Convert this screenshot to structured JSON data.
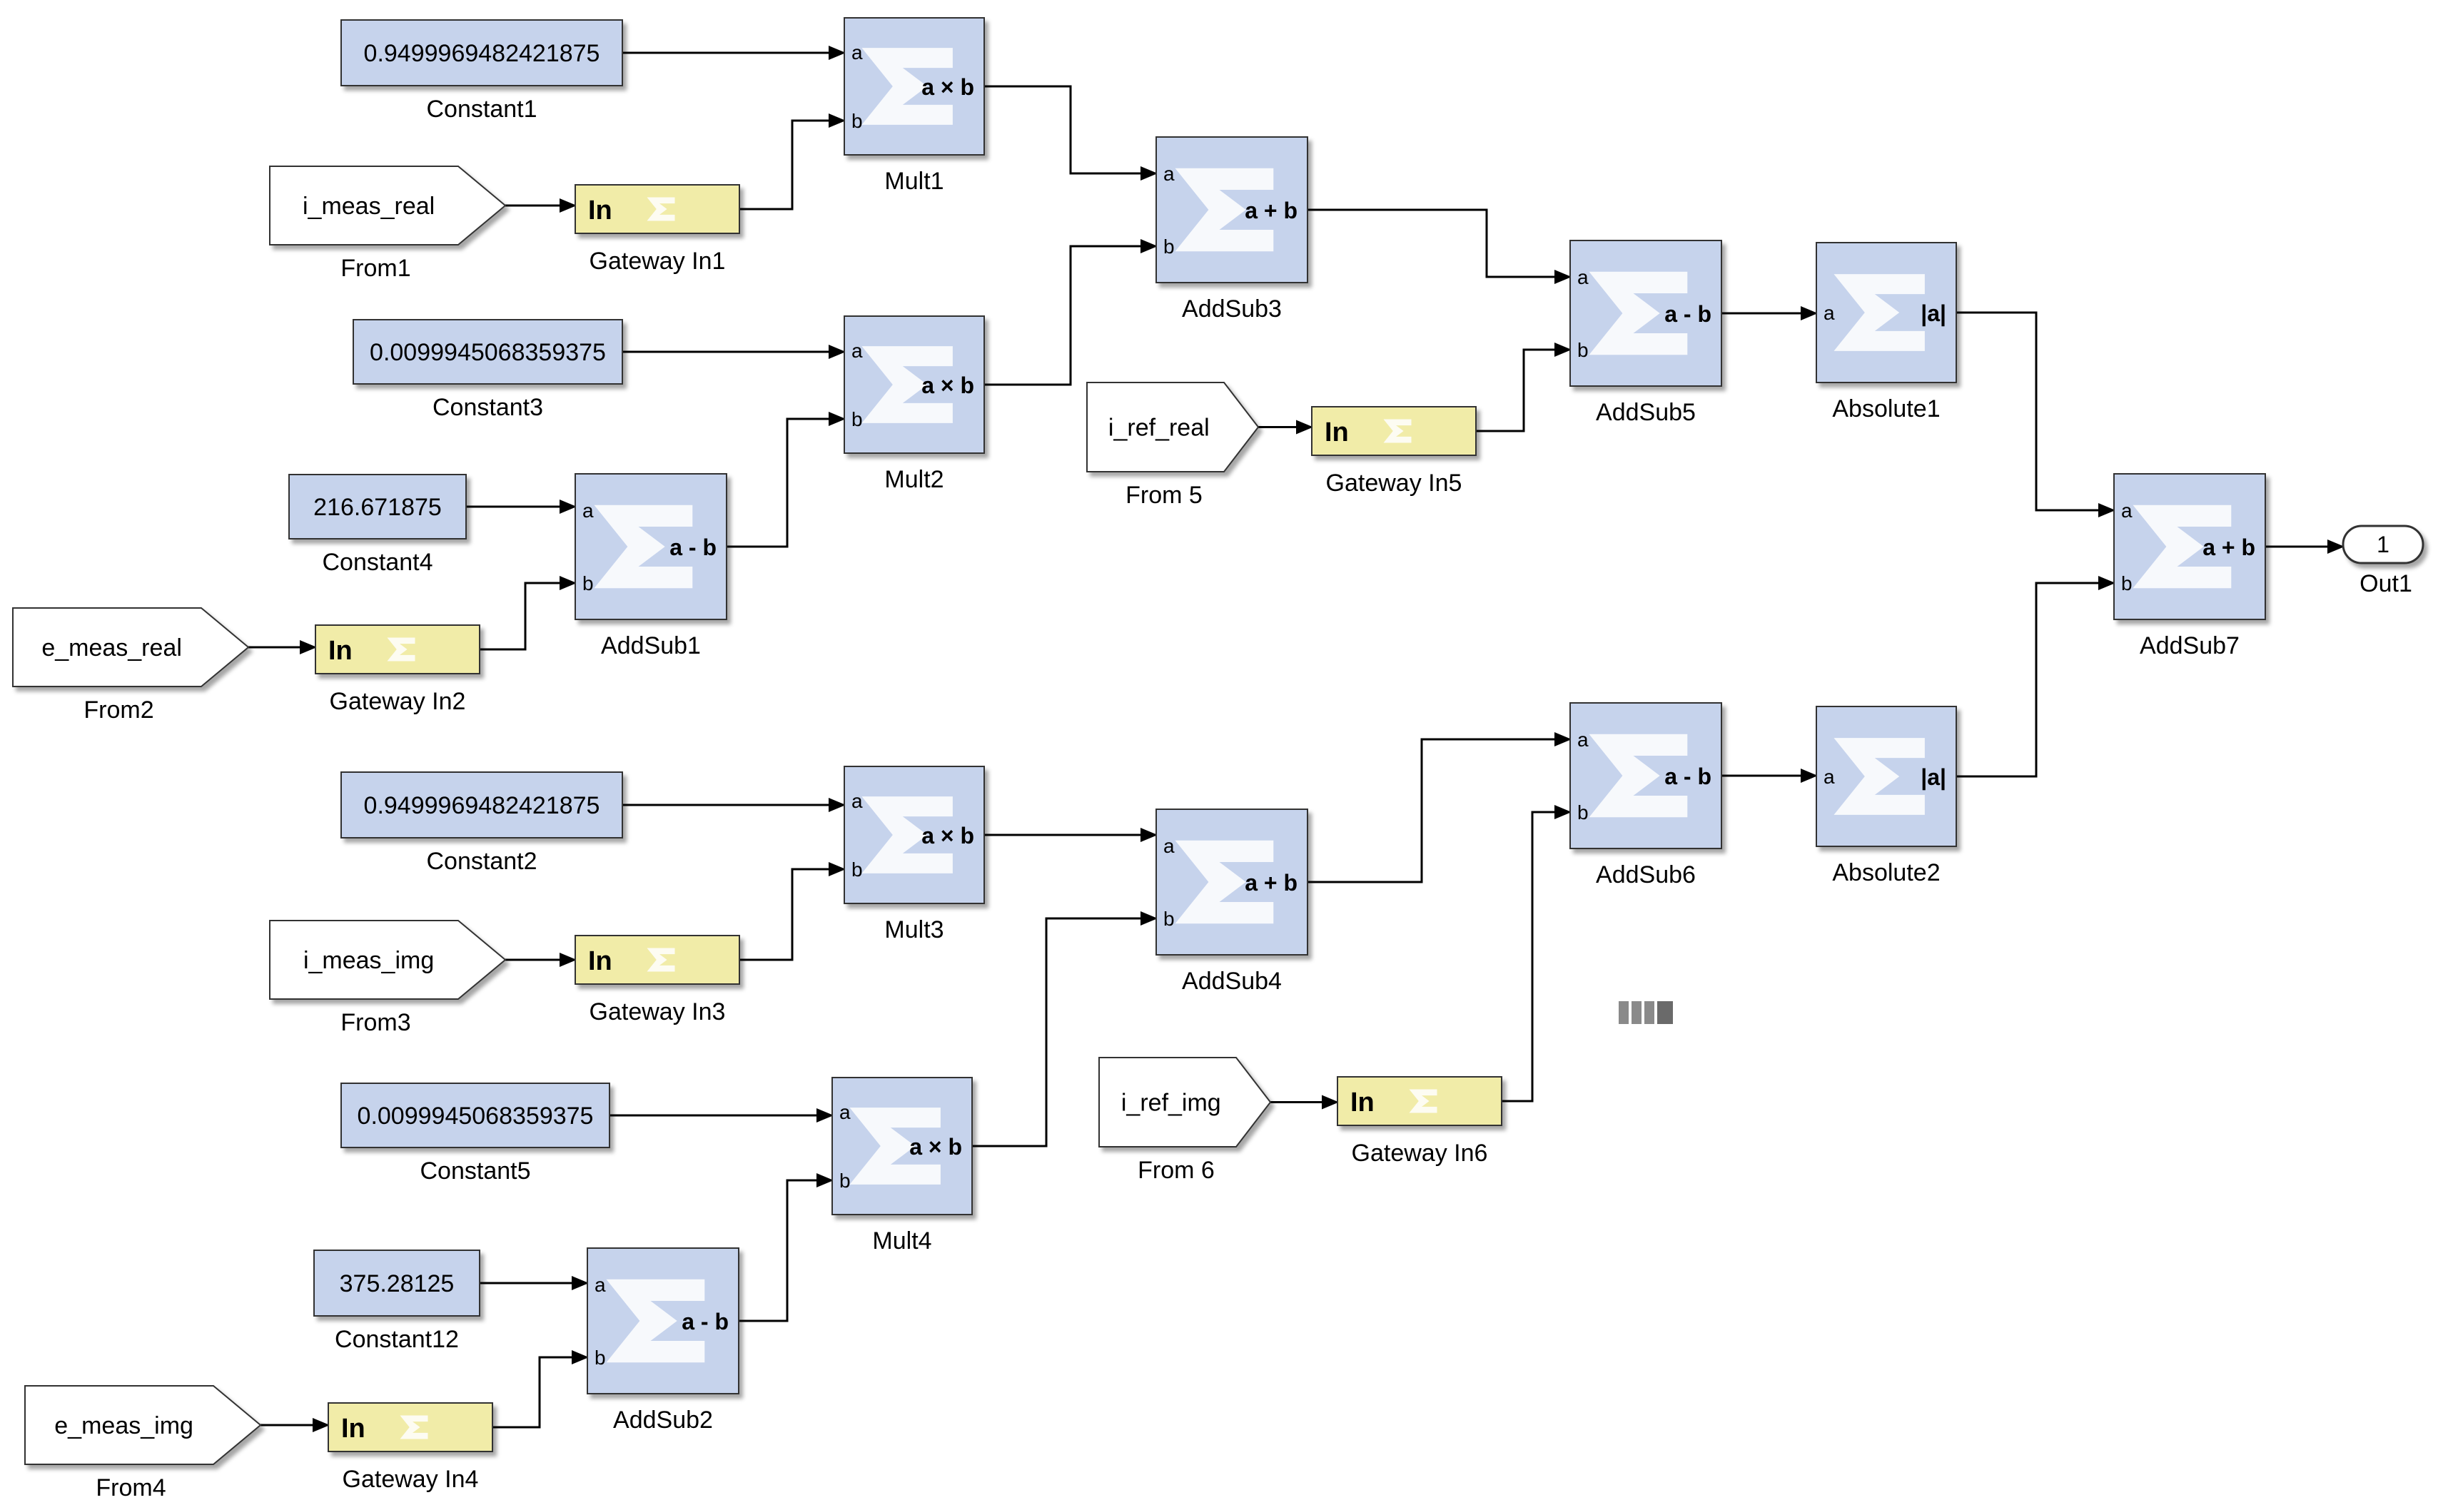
{
  "colors": {
    "block_fill": "#c6d3ec",
    "block_stroke": "#333333",
    "gateway_fill": "#f1eca8",
    "sigma_fill": "#ffffff",
    "wire": "#000000",
    "tag_fill": "#ffffff"
  },
  "port_labels": {
    "a": "a",
    "b": "b"
  },
  "gateway_prefix": "In",
  "constants": [
    {
      "id": "c1",
      "value": "0.9499969482421875",
      "name": "Constant1"
    },
    {
      "id": "c3",
      "value": "0.0099945068359375",
      "name": "Constant3"
    },
    {
      "id": "c4",
      "value": "216.671875",
      "name": "Constant4"
    },
    {
      "id": "c2",
      "value": "0.9499969482421875",
      "name": "Constant2"
    },
    {
      "id": "c5",
      "value": "0.0099945068359375",
      "name": "Constant5"
    },
    {
      "id": "c12",
      "value": "375.28125",
      "name": "Constant12"
    }
  ],
  "from_tags": [
    {
      "id": "f1",
      "tag": "i_meas_real",
      "name": "From1"
    },
    {
      "id": "f2",
      "tag": "e_meas_real",
      "name": "From2"
    },
    {
      "id": "f3",
      "tag": "i_meas_img",
      "name": "From3"
    },
    {
      "id": "f4",
      "tag": "e_meas_img",
      "name": "From4"
    },
    {
      "id": "f5",
      "tag": "i_ref_real",
      "name": "From 5"
    },
    {
      "id": "f6",
      "tag": "i_ref_img",
      "name": "From 6"
    }
  ],
  "gateways": [
    {
      "id": "g1",
      "name": "Gateway In1"
    },
    {
      "id": "g2",
      "name": "Gateway In2"
    },
    {
      "id": "g3",
      "name": "Gateway In3"
    },
    {
      "id": "g4",
      "name": "Gateway In4"
    },
    {
      "id": "g5",
      "name": "Gateway In5"
    },
    {
      "id": "g6",
      "name": "Gateway In6"
    }
  ],
  "ops": [
    {
      "id": "m1",
      "name": "Mult1",
      "op": "a × b"
    },
    {
      "id": "m2",
      "name": "Mult2",
      "op": "a × b"
    },
    {
      "id": "m3",
      "name": "Mult3",
      "op": "a × b"
    },
    {
      "id": "m4",
      "name": "Mult4",
      "op": "a × b"
    },
    {
      "id": "as1",
      "name": "AddSub1",
      "op": "a - b"
    },
    {
      "id": "as2",
      "name": "AddSub2",
      "op": "a - b"
    },
    {
      "id": "as3",
      "name": "AddSub3",
      "op": "a + b"
    },
    {
      "id": "as4",
      "name": "AddSub4",
      "op": "a + b"
    },
    {
      "id": "as5",
      "name": "AddSub5",
      "op": "a - b"
    },
    {
      "id": "as6",
      "name": "AddSub6",
      "op": "a - b"
    },
    {
      "id": "as7",
      "name": "AddSub7",
      "op": "a + b"
    }
  ],
  "abs_blocks": [
    {
      "id": "ab1",
      "name": "Absolute1",
      "op": "|a|"
    },
    {
      "id": "ab2",
      "name": "Absolute2",
      "op": "|a|"
    }
  ],
  "outport": {
    "number": "1",
    "name": "Out1"
  }
}
